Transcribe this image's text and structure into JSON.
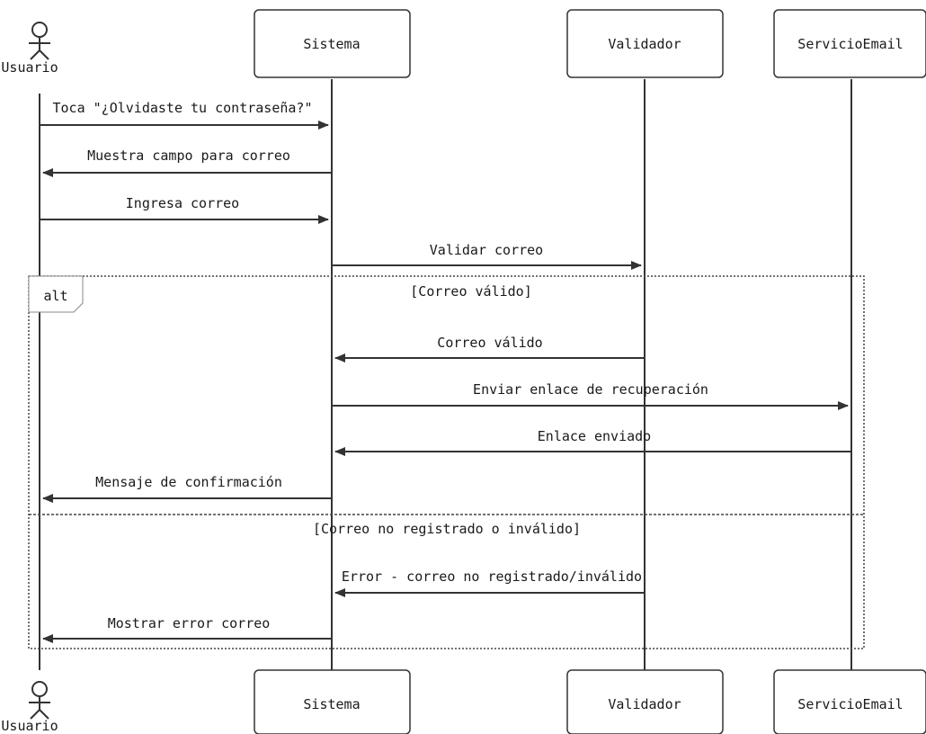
{
  "participants": [
    {
      "id": "usuario",
      "label": "Usuario",
      "kind": "actor"
    },
    {
      "id": "sistema",
      "label": "Sistema",
      "kind": "box"
    },
    {
      "id": "validador",
      "label": "Validador",
      "kind": "box"
    },
    {
      "id": "servicio",
      "label": "ServicioEmail",
      "kind": "box"
    }
  ],
  "messages": [
    {
      "from": "usuario",
      "to": "sistema",
      "text": "Toca \"¿Olvidaste tu contraseña?\""
    },
    {
      "from": "sistema",
      "to": "usuario",
      "text": "Muestra campo para correo"
    },
    {
      "from": "usuario",
      "to": "sistema",
      "text": "Ingresa correo"
    },
    {
      "from": "sistema",
      "to": "validador",
      "text": "Validar correo"
    },
    {
      "from": "validador",
      "to": "sistema",
      "text": "Correo válido"
    },
    {
      "from": "sistema",
      "to": "servicio",
      "text": "Enviar enlace de recuperación"
    },
    {
      "from": "servicio",
      "to": "sistema",
      "text": "Enlace enviado"
    },
    {
      "from": "sistema",
      "to": "usuario",
      "text": "Mensaje de confirmación"
    },
    {
      "from": "validador",
      "to": "sistema",
      "text": "Error - correo no registrado/inválido"
    },
    {
      "from": "sistema",
      "to": "usuario",
      "text": "Mostrar error correo"
    }
  ],
  "alt": {
    "label": "alt",
    "guards": [
      "[Correo válido]",
      "[Correo no registrado o inválido]"
    ]
  }
}
